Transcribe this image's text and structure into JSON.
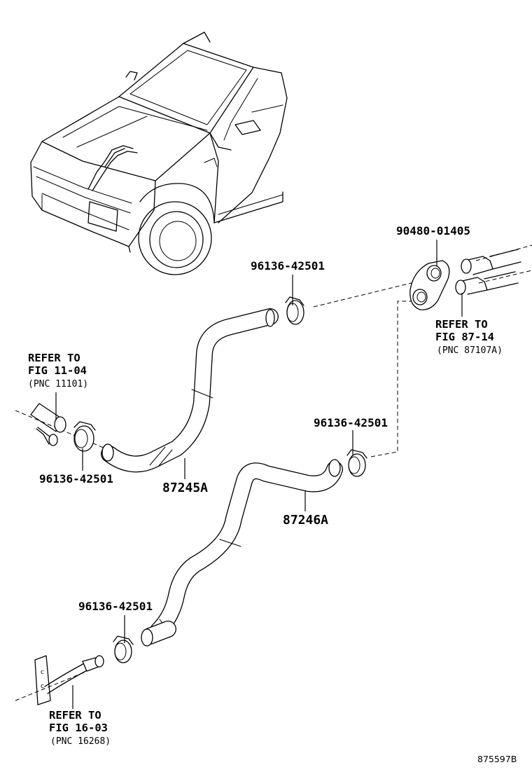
{
  "labels": {
    "clamp_top": "96136-42501",
    "grommet": "90480-01405",
    "clamp_left": "96136-42501",
    "clamp_mid": "96136-42501",
    "clamp_bottom": "96136-42501",
    "hose_a": "87245A",
    "hose_b": "87246A",
    "code": "875597B"
  },
  "refs": {
    "fig_11_04": {
      "line1": "REFER TO",
      "line2": "FIG 11-04",
      "line3": "(PNC 11101)"
    },
    "fig_87_14": {
      "line1": "REFER TO",
      "line2": "FIG 87-14",
      "line3": "(PNC 87107A)"
    },
    "fig_16_03": {
      "line1": "REFER TO",
      "line2": "FIG 16-03",
      "line3": "(PNC 16268)"
    }
  }
}
